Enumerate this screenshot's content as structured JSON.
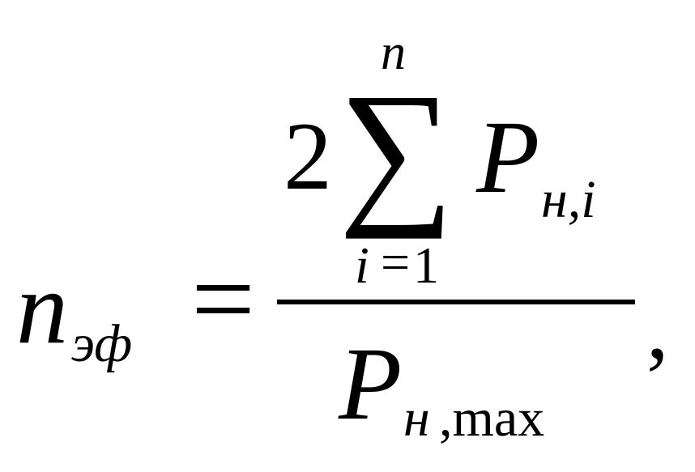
{
  "formula": {
    "lhs": {
      "variable": "n",
      "subscript": "эф"
    },
    "equals": "=",
    "numerator": {
      "coefficient": "2",
      "sum_symbol": "∑",
      "sum_upper": "n",
      "sum_lower_index": "i",
      "sum_lower_equals": "=",
      "sum_lower_start": "1",
      "variable": "P",
      "subscript": "н,i"
    },
    "denominator": {
      "variable": "P",
      "subscript_italic": "н",
      "subscript_rest": ",max"
    },
    "trailing": ","
  }
}
